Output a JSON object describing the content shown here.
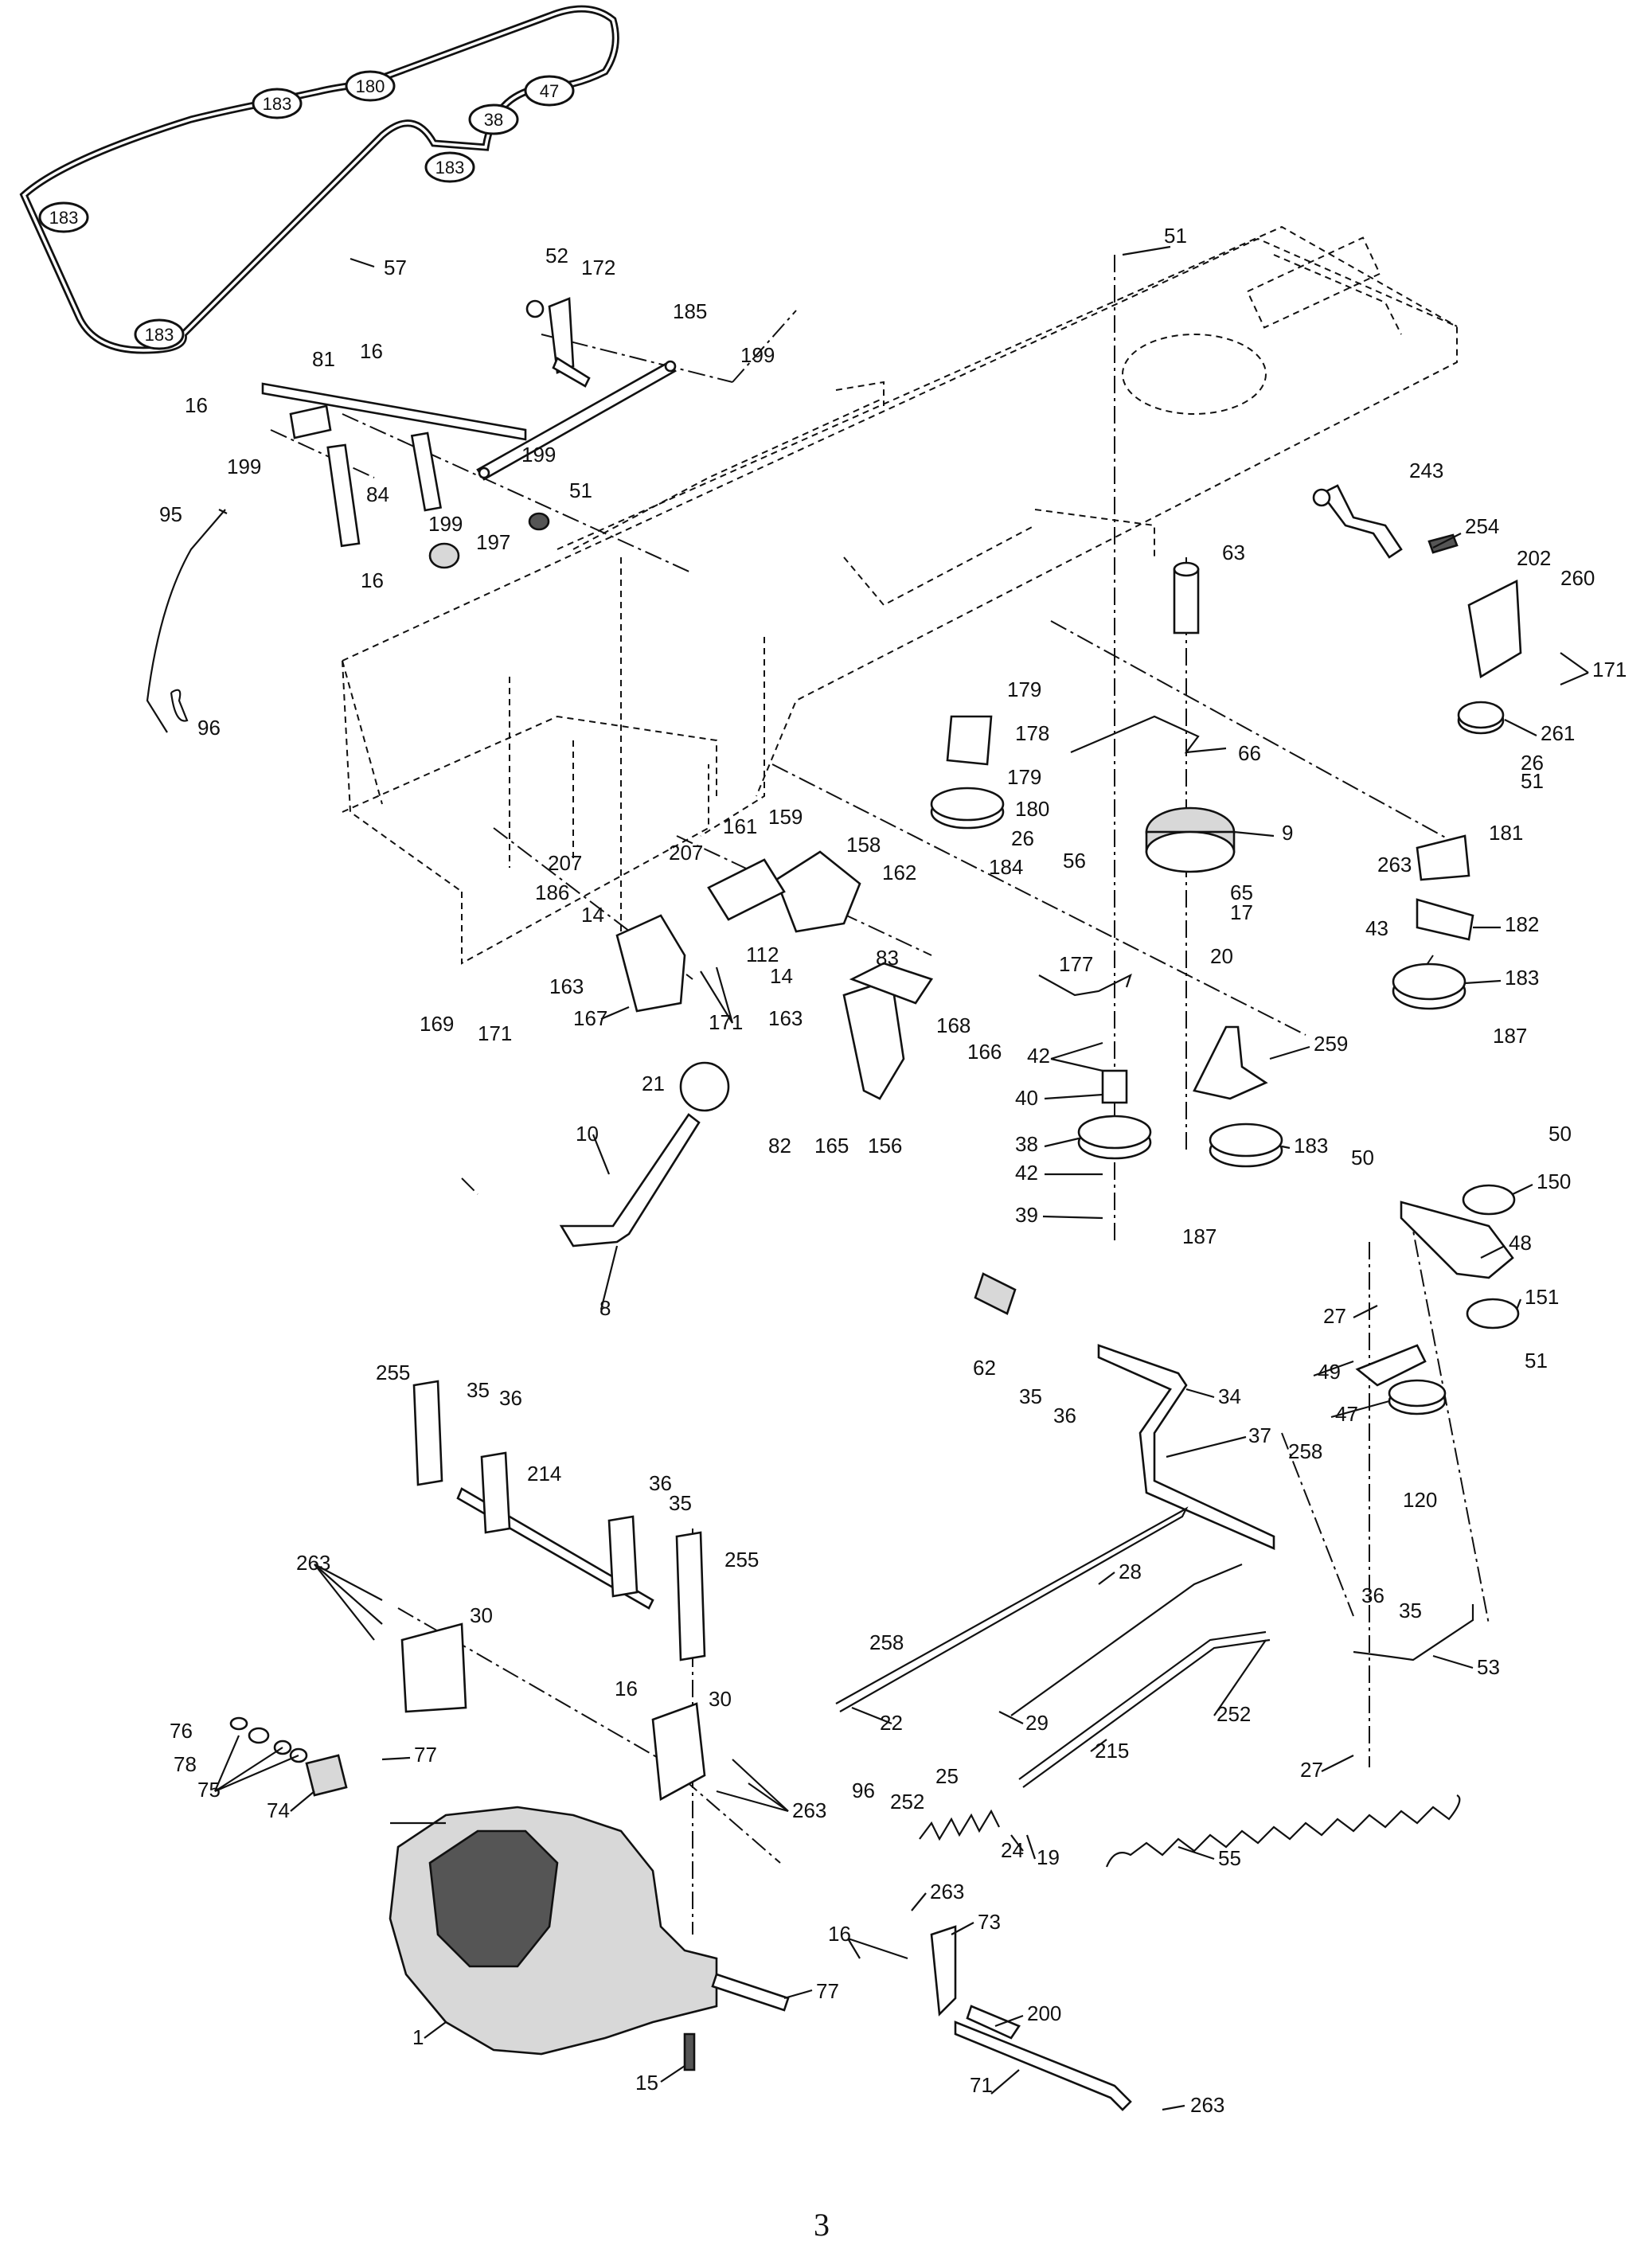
{
  "page_number": "3",
  "belt_pulley_labels": [
    "183",
    "180",
    "47",
    "38",
    "183",
    "183",
    "183"
  ],
  "callouts": [
    "57",
    "52",
    "172",
    "185",
    "199",
    "51",
    "16",
    "81",
    "16",
    "199",
    "84",
    "199",
    "51",
    "197",
    "16",
    "95",
    "96",
    "243",
    "254",
    "202",
    "260",
    "171",
    "261",
    "26",
    "51",
    "63",
    "179",
    "178",
    "179",
    "180",
    "26",
    "184",
    "66",
    "56",
    "9",
    "65",
    "17",
    "20",
    "263",
    "181",
    "182",
    "43",
    "183",
    "187",
    "207",
    "161",
    "159",
    "158",
    "162",
    "186",
    "14",
    "163",
    "112",
    "14",
    "163",
    "83",
    "169",
    "171",
    "167",
    "171",
    "168",
    "166",
    "21",
    "82",
    "165",
    "156",
    "10",
    "8",
    "177",
    "42",
    "40",
    "38",
    "42",
    "39",
    "259",
    "183",
    "187",
    "50",
    "50",
    "150",
    "48",
    "27",
    "151",
    "49",
    "51",
    "47",
    "120",
    "62",
    "35",
    "36",
    "34",
    "37",
    "258",
    "36",
    "35",
    "53",
    "27",
    "255",
    "35",
    "36",
    "214",
    "36",
    "35",
    "255",
    "263",
    "30",
    "28",
    "258",
    "22",
    "29",
    "252",
    "215",
    "16",
    "30",
    "76",
    "78",
    "75",
    "74",
    "77",
    "263",
    "96",
    "252",
    "25",
    "24",
    "19",
    "55",
    "1",
    "77",
    "15",
    "263",
    "73",
    "16",
    "200",
    "71",
    "263"
  ]
}
